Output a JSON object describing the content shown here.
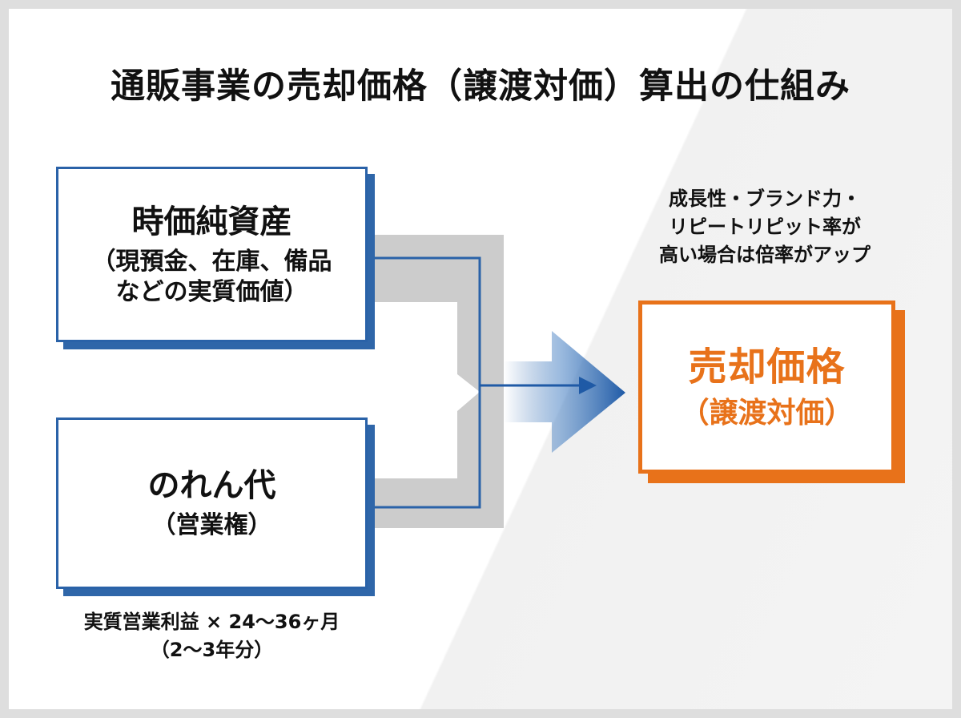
{
  "title": "通販事業の売却価格（譲渡対価）算出の仕組み",
  "asset_box": {
    "title": "時価純資産",
    "lines": [
      "（現預金、在庫、備品",
      "などの実質価値）"
    ]
  },
  "goodwill_box": {
    "title": "のれん代",
    "subtitle": "（営業権）"
  },
  "goodwill_note": {
    "lines": [
      "実質営業利益 × 24〜36ヶ月",
      "（2〜3年分）"
    ]
  },
  "multiplier_note": {
    "lines": [
      "成長性・ブランド力・",
      "リピートリピット率が",
      "高い場合は倍率がアップ"
    ]
  },
  "result_box": {
    "title": "売却価格",
    "subtitle": "（譲渡対価）"
  },
  "colors": {
    "blue": "#2a62a8",
    "orange": "#e8721a",
    "gray_connector": "#cccccc"
  }
}
